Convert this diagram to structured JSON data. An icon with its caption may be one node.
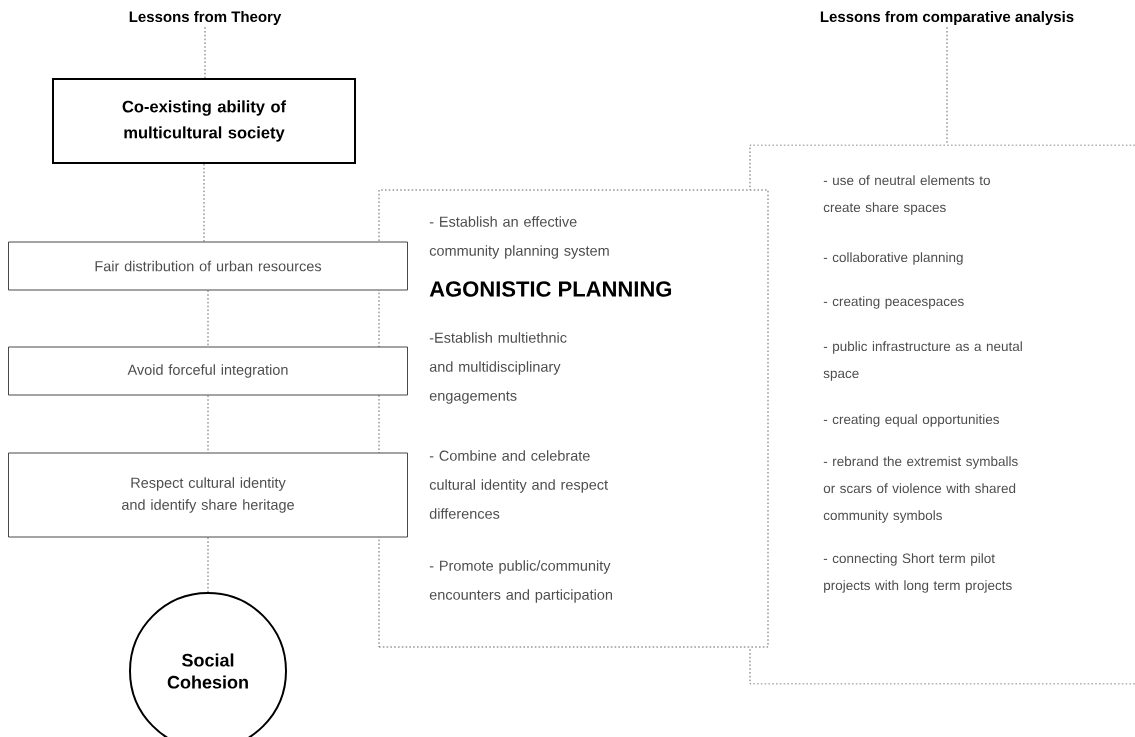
{
  "diagram": {
    "nodes": [
      {
        "text": [
          "Lessons from Theory"
        ]
      },
      {
        "text": [
          "Co-existing ability of multicultural society"
        ]
      },
      {
        "text": [
          "Fair distribution of urban resources"
        ]
      },
      {
        "text": [
          "Avoid forceful integration"
        ]
      },
      {
        "text": [
          "Respect cultural identity and identify share heritage"
        ]
      },
      {
        "text": [
          "Social Cohesion"
        ]
      },
      {
        "text": [
          "- Establish an effective community planning system",
          "AGONISTIC PLANNING",
          "-Establish multiethnic and multidisciplinary engagements",
          "- Combine and celebrate cultural identity and respect differences",
          "- Promote public/community encounters and participation"
        ]
      },
      {
        "text": [
          "Lessons from comparative analysis"
        ]
      },
      {
        "text": [
          "- use of neutral elements to create share spaces",
          "- collaborative planning",
          "- creating peacespaces",
          "- public infrastructure as a neutal space",
          "- creating equal opportunities",
          "- rebrand the extremist symballs or scars of violence with shared community symbols",
          "- connecting Short term pilot projects with long term projects"
        ]
      }
    ],
    "edges": [
      {
        "from": 0,
        "to": 1,
        "arrow": "none"
      },
      {
        "from": 1,
        "to": 2,
        "arrow": "none"
      },
      {
        "from": 2,
        "to": 3,
        "arrow": "none"
      },
      {
        "from": 3,
        "to": 4,
        "arrow": "none"
      },
      {
        "from": 4,
        "to": 5,
        "arrow": "none"
      },
      {
        "from": 7,
        "to": 8,
        "arrow": "none"
      }
    ]
  }
}
